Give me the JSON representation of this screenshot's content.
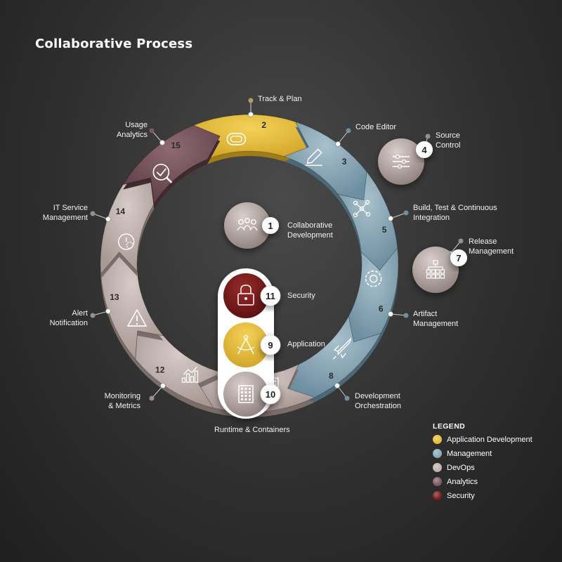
{
  "title": "Collaborative Process",
  "colors": {
    "application_development": "#e6bd3a",
    "management": "#8aa8b8",
    "devops": "#c0b3af",
    "analytics": "#7e5a63",
    "security": "#7a1c1c"
  },
  "ring_segments": [
    {
      "number": "2",
      "category": "application_development",
      "icon": "track-icon"
    },
    {
      "number": "3",
      "category": "management",
      "icon": "pencil-icon"
    },
    {
      "number": "5",
      "category": "management",
      "icon": "network-icon"
    },
    {
      "number": "6",
      "category": "management",
      "icon": "artifact-gear-icon"
    },
    {
      "number": "8",
      "category": "management",
      "icon": "rocket-icon"
    },
    {
      "number": "10",
      "category": "devops",
      "icon": "building-icon"
    },
    {
      "number": "12",
      "category": "devops",
      "icon": "bar-chart-icon"
    },
    {
      "number": "13",
      "category": "devops",
      "icon": "alert-icon"
    },
    {
      "number": "14",
      "category": "devops",
      "icon": "service-gear-icon"
    },
    {
      "number": "15",
      "category": "analytics",
      "icon": "magnifier-check-icon"
    }
  ],
  "labels": {
    "track_plan": "Track & Plan",
    "code_editor": "Code Editor",
    "source_control": "Source\nControl",
    "build_test": "Build, Test & Continuous\nIntegration",
    "release_management": "Release\nManagement",
    "artifact_management": "Artifact\nManagement",
    "development_orchestration": "Development\nOrchestration",
    "runtime_containers": "Runtime & Containers",
    "monitoring_metrics": "Monitoring\n& Metrics",
    "alert_notification": "Alert\nNotification",
    "it_service_management": "IT Service\nManagement",
    "usage_analytics": "Usage\nAnalytics",
    "collaborative_development": "Collaborative\nDevelopment",
    "security": "Security",
    "application": "Application"
  },
  "standalone_nodes": [
    {
      "number": "1",
      "label": "Collaborative\nDevelopment",
      "icon": "people-icon"
    },
    {
      "number": "4",
      "label": "Source\nControl",
      "icon": "sliders-icon"
    },
    {
      "number": "7",
      "label": "Release\nManagement",
      "icon": "hierarchy-icon"
    }
  ],
  "pill_nodes": [
    {
      "number": "11",
      "label": "Security",
      "category": "security",
      "icon": "lock-icon"
    },
    {
      "number": "9",
      "label": "Application",
      "category": "application_development",
      "icon": "compass-icon"
    },
    {
      "number": "10",
      "label": "",
      "category": "devops",
      "icon": "building-icon"
    }
  ],
  "legend": {
    "title": "LEGEND",
    "items": [
      {
        "label": "Application Development",
        "color": "#e6bd3a"
      },
      {
        "label": "Management",
        "color": "#8aa8b8"
      },
      {
        "label": "DevOps",
        "color": "#c0b3af"
      },
      {
        "label": "Analytics",
        "color": "#7e5a63"
      },
      {
        "label": "Security",
        "color": "#7a1c1c"
      }
    ]
  }
}
